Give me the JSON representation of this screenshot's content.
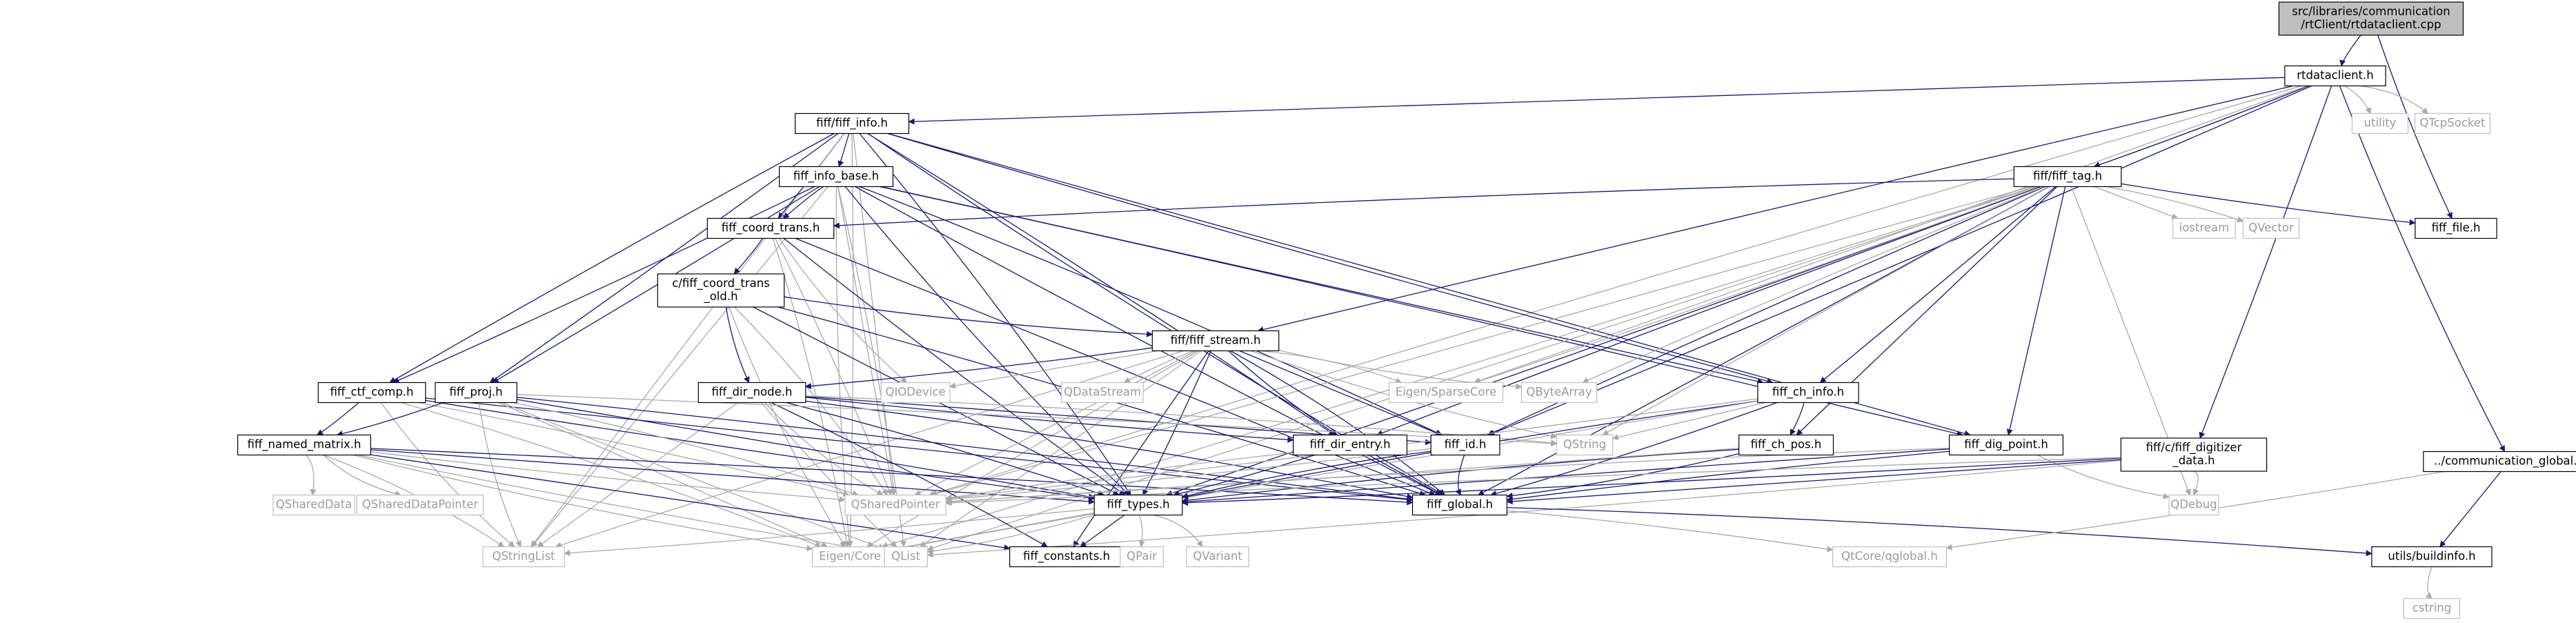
{
  "colors": {
    "background": "#ffffff",
    "node_border": "#000000",
    "node_fill": "#ffffff",
    "root_fill": "#bfbfbf",
    "external_border": "#bfbfbf",
    "external_text": "#9a9a9a",
    "text": "#000000",
    "edge_local": "#191970",
    "edge_system": "#a9a9a9"
  },
  "diagram": {
    "nodes": [
      {
        "id": "root",
        "label": [
          "src/libraries/communication",
          "/rtClient/rtdataclient.cpp"
        ],
        "kind": "root"
      },
      {
        "id": "rtdataclient",
        "label": [
          "rtdataclient.h"
        ],
        "kind": "local"
      },
      {
        "id": "fiff_info",
        "label": [
          "fiff/fiff_info.h"
        ],
        "kind": "local"
      },
      {
        "id": "utility",
        "label": [
          "utility"
        ],
        "kind": "system"
      },
      {
        "id": "qtcpsocket",
        "label": [
          "QTcpSocket"
        ],
        "kind": "system"
      },
      {
        "id": "comm_global",
        "label": [
          "../communication_global.h"
        ],
        "kind": "local"
      },
      {
        "id": "fiff_tag",
        "label": [
          "fiff/fiff_tag.h"
        ],
        "kind": "local"
      },
      {
        "id": "fiff_info_base",
        "label": [
          "fiff_info_base.h"
        ],
        "kind": "local"
      },
      {
        "id": "iostream",
        "label": [
          "iostream"
        ],
        "kind": "system"
      },
      {
        "id": "qvector",
        "label": [
          "QVector"
        ],
        "kind": "system"
      },
      {
        "id": "fiff_file",
        "label": [
          "fiff_file.h"
        ],
        "kind": "local"
      },
      {
        "id": "fiff_coord_trans",
        "label": [
          "fiff_coord_trans.h"
        ],
        "kind": "local"
      },
      {
        "id": "c_fiff_coord_trans_old",
        "label": [
          "c/fiff_coord_trans",
          "_old.h"
        ],
        "kind": "local"
      },
      {
        "id": "fiff_stream",
        "label": [
          "fiff/fiff_stream.h"
        ],
        "kind": "local"
      },
      {
        "id": "fiff_ctf_comp",
        "label": [
          "fiff_ctf_comp.h"
        ],
        "kind": "local"
      },
      {
        "id": "fiff_proj",
        "label": [
          "fiff_proj.h"
        ],
        "kind": "local"
      },
      {
        "id": "fiff_dir_node",
        "label": [
          "fiff_dir_node.h"
        ],
        "kind": "local"
      },
      {
        "id": "qiodevice",
        "label": [
          "QIODevice"
        ],
        "kind": "system"
      },
      {
        "id": "qdatastream",
        "label": [
          "QDataStream"
        ],
        "kind": "system"
      },
      {
        "id": "eigen_sparse",
        "label": [
          "Eigen/SparseCore"
        ],
        "kind": "system"
      },
      {
        "id": "qbytearray",
        "label": [
          "QByteArray"
        ],
        "kind": "system"
      },
      {
        "id": "fiff_ch_info",
        "label": [
          "fiff_ch_info.h"
        ],
        "kind": "local"
      },
      {
        "id": "fiff_named_matrix",
        "label": [
          "fiff_named_matrix.h"
        ],
        "kind": "local"
      },
      {
        "id": "fiff_dir_entry",
        "label": [
          "fiff_dir_entry.h"
        ],
        "kind": "local"
      },
      {
        "id": "fiff_id",
        "label": [
          "fiff_id.h"
        ],
        "kind": "local"
      },
      {
        "id": "qstring",
        "label": [
          "QString"
        ],
        "kind": "system"
      },
      {
        "id": "fiff_ch_pos",
        "label": [
          "fiff_ch_pos.h"
        ],
        "kind": "local"
      },
      {
        "id": "fiff_dig_point",
        "label": [
          "fiff_dig_point.h"
        ],
        "kind": "local"
      },
      {
        "id": "fiff_digitizer_data",
        "label": [
          "fiff/c/fiff_digitizer",
          "_data.h"
        ],
        "kind": "local"
      },
      {
        "id": "qshareddata",
        "label": [
          "QSharedData"
        ],
        "kind": "system"
      },
      {
        "id": "qshareddatapointer",
        "label": [
          "QSharedDataPointer"
        ],
        "kind": "system"
      },
      {
        "id": "qsharedpointer",
        "label": [
          "QSharedPointer"
        ],
        "kind": "system"
      },
      {
        "id": "fiff_types",
        "label": [
          "fiff_types.h"
        ],
        "kind": "local"
      },
      {
        "id": "fiff_global",
        "label": [
          "fiff_global.h"
        ],
        "kind": "local"
      },
      {
        "id": "qdebug",
        "label": [
          "QDebug"
        ],
        "kind": "system"
      },
      {
        "id": "qstringlist",
        "label": [
          "QStringList"
        ],
        "kind": "system"
      },
      {
        "id": "eigen_core",
        "label": [
          "Eigen/Core"
        ],
        "kind": "system"
      },
      {
        "id": "qlist",
        "label": [
          "QList"
        ],
        "kind": "system"
      },
      {
        "id": "fiff_constants",
        "label": [
          "fiff_constants.h"
        ],
        "kind": "local"
      },
      {
        "id": "qpair",
        "label": [
          "QPair"
        ],
        "kind": "system"
      },
      {
        "id": "qvariant",
        "label": [
          "QVariant"
        ],
        "kind": "system"
      },
      {
        "id": "qtcore_qglobal",
        "label": [
          "QtCore/qglobal.h"
        ],
        "kind": "system"
      },
      {
        "id": "utils_buildinfo",
        "label": [
          "utils/buildinfo.h"
        ],
        "kind": "local"
      },
      {
        "id": "cstring",
        "label": [
          "cstring"
        ],
        "kind": "system"
      }
    ],
    "edges": [
      [
        "root",
        "rtdataclient"
      ],
      [
        "root",
        "fiff_file"
      ],
      [
        "rtdataclient",
        "fiff_info"
      ],
      [
        "rtdataclient",
        "utility"
      ],
      [
        "rtdataclient",
        "qtcpsocket"
      ],
      [
        "rtdataclient",
        "comm_global"
      ],
      [
        "rtdataclient",
        "fiff_tag"
      ],
      [
        "rtdataclient",
        "fiff_stream"
      ],
      [
        "rtdataclient",
        "fiff_digitizer_data"
      ],
      [
        "rtdataclient",
        "qsharedpointer"
      ],
      [
        "rtdataclient",
        "fiff_id"
      ],
      [
        "rtdataclient",
        "eigen_sparse"
      ],
      [
        "fiff_info",
        "fiff_info_base"
      ],
      [
        "fiff_info",
        "fiff_coord_trans"
      ],
      [
        "fiff_info",
        "fiff_ctf_comp"
      ],
      [
        "fiff_info",
        "fiff_proj"
      ],
      [
        "fiff_info",
        "fiff_ch_info"
      ],
      [
        "fiff_info",
        "fiff_dig_point"
      ],
      [
        "fiff_info",
        "fiff_dir_entry"
      ],
      [
        "fiff_info",
        "fiff_types"
      ],
      [
        "fiff_info",
        "fiff_global"
      ],
      [
        "fiff_info",
        "qstringlist"
      ],
      [
        "fiff_info",
        "qsharedpointer"
      ],
      [
        "fiff_info",
        "eigen_core"
      ],
      [
        "fiff_info_base",
        "fiff_coord_trans"
      ],
      [
        "fiff_info_base",
        "fiff_ctf_comp"
      ],
      [
        "fiff_info_base",
        "fiff_proj"
      ],
      [
        "fiff_info_base",
        "fiff_ch_info"
      ],
      [
        "fiff_info_base",
        "fiff_dig_point"
      ],
      [
        "fiff_info_base",
        "fiff_id"
      ],
      [
        "fiff_info_base",
        "fiff_types"
      ],
      [
        "fiff_info_base",
        "fiff_global"
      ],
      [
        "fiff_info_base",
        "qsharedpointer"
      ],
      [
        "fiff_info_base",
        "qstringlist"
      ],
      [
        "fiff_info_base",
        "qlist"
      ],
      [
        "fiff_info_base",
        "eigen_core"
      ],
      [
        "fiff_tag",
        "fiff_file"
      ],
      [
        "fiff_tag",
        "iostream"
      ],
      [
        "fiff_tag",
        "qvector"
      ],
      [
        "fiff_tag",
        "fiff_coord_trans"
      ],
      [
        "fiff_tag",
        "fiff_ch_info"
      ],
      [
        "fiff_tag",
        "fiff_ch_pos"
      ],
      [
        "fiff_tag",
        "fiff_dig_point"
      ],
      [
        "fiff_tag",
        "fiff_dir_entry"
      ],
      [
        "fiff_tag",
        "fiff_id"
      ],
      [
        "fiff_tag",
        "fiff_types"
      ],
      [
        "fiff_tag",
        "fiff_global"
      ],
      [
        "fiff_tag",
        "qdebug"
      ],
      [
        "fiff_tag",
        "qsharedpointer"
      ],
      [
        "fiff_tag",
        "qbytearray"
      ],
      [
        "fiff_tag",
        "eigen_sparse"
      ],
      [
        "fiff_tag",
        "eigen_core"
      ],
      [
        "fiff_tag",
        "qlist"
      ],
      [
        "fiff_tag",
        "qstring"
      ],
      [
        "fiff_coord_trans",
        "c_fiff_coord_trans_old"
      ],
      [
        "fiff_coord_trans",
        "qiodevice"
      ],
      [
        "fiff_coord_trans",
        "fiff_types"
      ],
      [
        "fiff_coord_trans",
        "fiff_global"
      ],
      [
        "fiff_coord_trans",
        "qsharedpointer"
      ],
      [
        "fiff_coord_trans",
        "eigen_core"
      ],
      [
        "c_fiff_coord_trans_old",
        "fiff_stream"
      ],
      [
        "c_fiff_coord_trans_old",
        "fiff_dir_node"
      ],
      [
        "c_fiff_coord_trans_old",
        "fiff_types"
      ],
      [
        "c_fiff_coord_trans_old",
        "fiff_global"
      ],
      [
        "c_fiff_coord_trans_old",
        "qsharedpointer"
      ],
      [
        "c_fiff_coord_trans_old",
        "eigen_core"
      ],
      [
        "fiff_stream",
        "fiff_dir_node"
      ],
      [
        "fiff_stream",
        "qiodevice"
      ],
      [
        "fiff_stream",
        "qdatastream"
      ],
      [
        "fiff_stream",
        "eigen_sparse"
      ],
      [
        "fiff_stream",
        "qbytearray"
      ],
      [
        "fiff_stream",
        "fiff_dir_entry"
      ],
      [
        "fiff_stream",
        "fiff_id"
      ],
      [
        "fiff_stream",
        "fiff_types"
      ],
      [
        "fiff_stream",
        "fiff_global"
      ],
      [
        "fiff_stream",
        "qstring"
      ],
      [
        "fiff_stream",
        "qsharedpointer"
      ],
      [
        "fiff_stream",
        "qlist"
      ],
      [
        "fiff_stream",
        "qstringlist"
      ],
      [
        "fiff_stream",
        "eigen_core"
      ],
      [
        "fiff_stream",
        "fiff_constants"
      ],
      [
        "fiff_dir_node",
        "fiff_dir_entry"
      ],
      [
        "fiff_dir_node",
        "fiff_id"
      ],
      [
        "fiff_dir_node",
        "fiff_types"
      ],
      [
        "fiff_dir_node",
        "fiff_global"
      ],
      [
        "fiff_dir_node",
        "qsharedpointer"
      ],
      [
        "fiff_dir_node",
        "qlist"
      ],
      [
        "fiff_dir_node",
        "qstringlist"
      ],
      [
        "fiff_dir_node",
        "fiff_constants"
      ],
      [
        "fiff_dir_node",
        "qstring"
      ],
      [
        "fiff_ctf_comp",
        "fiff_named_matrix"
      ],
      [
        "fiff_ctf_comp",
        "fiff_types"
      ],
      [
        "fiff_ctf_comp",
        "fiff_global"
      ],
      [
        "fiff_ctf_comp",
        "qsharedpointer"
      ],
      [
        "fiff_ctf_comp",
        "eigen_core"
      ],
      [
        "fiff_ctf_comp",
        "qstringlist"
      ],
      [
        "fiff_proj",
        "fiff_named_matrix"
      ],
      [
        "fiff_proj",
        "fiff_types"
      ],
      [
        "fiff_proj",
        "fiff_global"
      ],
      [
        "fiff_proj",
        "qsharedpointer"
      ],
      [
        "fiff_proj",
        "qstringlist"
      ],
      [
        "fiff_proj",
        "qlist"
      ],
      [
        "fiff_proj",
        "eigen_core"
      ],
      [
        "fiff_proj",
        "qstring"
      ],
      [
        "fiff_named_matrix",
        "qshareddata"
      ],
      [
        "fiff_named_matrix",
        "qshareddatapointer"
      ],
      [
        "fiff_named_matrix",
        "qsharedpointer"
      ],
      [
        "fiff_named_matrix",
        "fiff_types"
      ],
      [
        "fiff_named_matrix",
        "fiff_global"
      ],
      [
        "fiff_named_matrix",
        "qstringlist"
      ],
      [
        "fiff_named_matrix",
        "eigen_core"
      ],
      [
        "fiff_named_matrix",
        "qlist"
      ],
      [
        "fiff_named_matrix",
        "fiff_constants"
      ],
      [
        "fiff_ch_info",
        "fiff_ch_pos"
      ],
      [
        "fiff_ch_info",
        "fiff_types"
      ],
      [
        "fiff_ch_info",
        "fiff_global"
      ],
      [
        "fiff_ch_info",
        "qsharedpointer"
      ],
      [
        "fiff_ch_info",
        "qstring"
      ],
      [
        "fiff_ch_info",
        "eigen_core"
      ],
      [
        "fiff_ch_pos",
        "fiff_types"
      ],
      [
        "fiff_ch_pos",
        "fiff_global"
      ],
      [
        "fiff_ch_pos",
        "qsharedpointer"
      ],
      [
        "fiff_dig_point",
        "fiff_types"
      ],
      [
        "fiff_dig_point",
        "fiff_global"
      ],
      [
        "fiff_dig_point",
        "qsharedpointer"
      ],
      [
        "fiff_dig_point",
        "qdebug"
      ],
      [
        "fiff_digitizer_data",
        "fiff_types"
      ],
      [
        "fiff_digitizer_data",
        "fiff_global"
      ],
      [
        "fiff_digitizer_data",
        "qsharedpointer"
      ],
      [
        "fiff_digitizer_data",
        "qdebug"
      ],
      [
        "fiff_digitizer_data",
        "qlist"
      ],
      [
        "fiff_dir_entry",
        "fiff_types"
      ],
      [
        "fiff_dir_entry",
        "fiff_global"
      ],
      [
        "fiff_dir_entry",
        "qsharedpointer"
      ],
      [
        "fiff_id",
        "fiff_types"
      ],
      [
        "fiff_id",
        "fiff_global"
      ],
      [
        "fiff_id",
        "qsharedpointer"
      ],
      [
        "fiff_types",
        "fiff_constants"
      ],
      [
        "fiff_types",
        "qpair"
      ],
      [
        "fiff_types",
        "qvariant"
      ],
      [
        "fiff_types",
        "qlist"
      ],
      [
        "fiff_types",
        "qstringlist"
      ],
      [
        "fiff_types",
        "eigen_core"
      ],
      [
        "fiff_global",
        "qtcore_qglobal"
      ],
      [
        "fiff_global",
        "utils_buildinfo"
      ],
      [
        "utils_buildinfo",
        "cstring"
      ],
      [
        "comm_global",
        "qtcore_qglobal"
      ],
      [
        "comm_global",
        "utils_buildinfo"
      ]
    ]
  }
}
